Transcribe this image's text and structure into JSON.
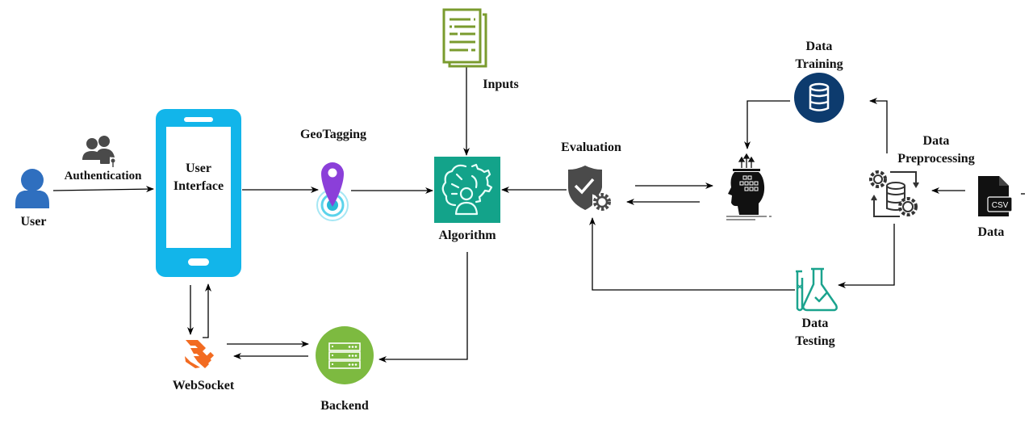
{
  "diagram": {
    "title": "",
    "colors": {
      "user": "#2F6FBF",
      "auth": "#4A4A4A",
      "phone": "#12B5EA",
      "geotag_pin": "#8B3FD9",
      "geotag_ring": "#5BD3EB",
      "inputs": "#7A9B2E",
      "algorithm": "#13A38A",
      "evaluation": "#4A4A4A",
      "training": "#0D3B6E",
      "testing": "#1BA38E",
      "websocket": "#F26B21",
      "backend": "#7DBA40",
      "csv": "#111111",
      "arrow": "#000000"
    },
    "nodes": {
      "user": {
        "label": "User",
        "icon": "user-icon"
      },
      "authentication": {
        "label": "Authentication",
        "icon": "users-lock-icon"
      },
      "user_interface": {
        "label_line1": "User",
        "label_line2": "Interface",
        "icon": "smartphone-icon"
      },
      "geotagging": {
        "label": "GeoTagging",
        "icon": "location-pin-icon"
      },
      "inputs": {
        "label": "Inputs",
        "icon": "document-icon"
      },
      "algorithm": {
        "label": "Algorithm",
        "icon": "ai-brain-gear-icon"
      },
      "evaluation": {
        "label": "Evaluation",
        "icon": "shield-check-gear-icon"
      },
      "model": {
        "label": "",
        "icon": "head-circuit-icon"
      },
      "data_training": {
        "label_line1": "Data",
        "label_line2": "Training",
        "icon": "database-icon"
      },
      "data_preprocessing": {
        "label_line1": "Data",
        "label_line2": "Preprocessing",
        "icon": "database-gears-icon"
      },
      "data": {
        "label": "Data",
        "icon": "csv-file-icon",
        "file_badge": "CSV"
      },
      "data_testing": {
        "label_line1": "Data",
        "label_line2": "Testing",
        "icon": "lab-flasks-icon"
      },
      "websocket": {
        "label": "WebSocket",
        "icon": "websocket-icon"
      },
      "backend": {
        "label": "Backend",
        "icon": "server-icon"
      }
    },
    "edges": [
      {
        "from": "user",
        "to": "user_interface",
        "label": "Authentication"
      },
      {
        "from": "user_interface",
        "to": "geotagging"
      },
      {
        "from": "geotagging",
        "to": "algorithm"
      },
      {
        "from": "inputs",
        "to": "algorithm"
      },
      {
        "from": "evaluation",
        "to": "algorithm"
      },
      {
        "from": "evaluation",
        "to": "model"
      },
      {
        "from": "model",
        "to": "evaluation"
      },
      {
        "from": "data_training",
        "to": "model"
      },
      {
        "from": "data_preprocessing",
        "to": "data_training"
      },
      {
        "from": "data",
        "to": "data_preprocessing"
      },
      {
        "from": "data_preprocessing",
        "to": "data_testing"
      },
      {
        "from": "data_testing",
        "to": "evaluation"
      },
      {
        "from": "algorithm",
        "to": "backend"
      },
      {
        "from": "user_interface",
        "to": "websocket"
      },
      {
        "from": "websocket",
        "to": "user_interface"
      },
      {
        "from": "websocket",
        "to": "backend"
      },
      {
        "from": "backend",
        "to": "websocket"
      }
    ]
  }
}
